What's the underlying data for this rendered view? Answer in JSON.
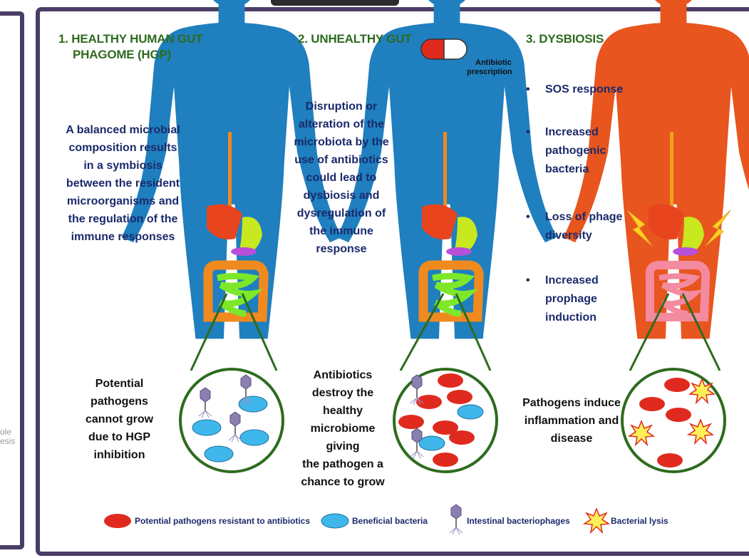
{
  "panels": [
    {
      "title_line1": "1. HEALTHY HUMAN GUT",
      "title_line2": "PHAGOME (HGP)",
      "description": [
        "A balanced microbial",
        "composition results",
        "in a symbiosis",
        "between the resident",
        "microorganisms and",
        "the regulation of the",
        "immune responses"
      ],
      "circle_text": [
        "Potential",
        "pathogens",
        "cannot grow",
        "due to HGP",
        "inhibition"
      ]
    },
    {
      "title": "2. UNHEALTHY GUT",
      "pill_label": [
        "Antibiotic",
        "prescription"
      ],
      "description": [
        "Disruption or",
        "alteration of the",
        "microbiota by the",
        "use of antibiotics",
        "could lead to",
        "dysbiosis and",
        "dysregulation of",
        "the immune",
        "response"
      ],
      "circle_text": [
        "Antibiotics",
        "destroy the",
        "healthy",
        "microbiome giving",
        "the pathogen a",
        "chance to grow"
      ]
    },
    {
      "title": "3. DYSBIOSIS",
      "bullets": [
        [
          "SOS response"
        ],
        [
          "Increased",
          "pathogenic",
          "bacteria"
        ],
        [
          "Loss of phage",
          "diversity"
        ],
        [
          "Increased",
          "prophage",
          "induction"
        ]
      ],
      "circle_text": [
        "Pathogens induce",
        "inflammation and",
        "disease"
      ]
    }
  ],
  "legend": [
    {
      "label": "Potential pathogens resistant to antibiotics",
      "icon": "red-oval-icon"
    },
    {
      "label": "Beneficial bacteria",
      "icon": "blue-oval-icon"
    },
    {
      "label": "Intestinal bacteriophages",
      "icon": "phage-icon"
    },
    {
      "label": "Bacterial lysis",
      "icon": "starburst-icon"
    }
  ],
  "left_fragment": [
    "ole",
    "esis"
  ],
  "colors": {
    "body_blue": "#1f7fbf",
    "body_orange": "#e8551f",
    "title_green": "#2e6b1f",
    "text_navy": "#1b2a6b",
    "frame": "#4a3d66",
    "pathogen_red": "#e02a1f",
    "beneficial_blue": "#3fb7ea"
  }
}
